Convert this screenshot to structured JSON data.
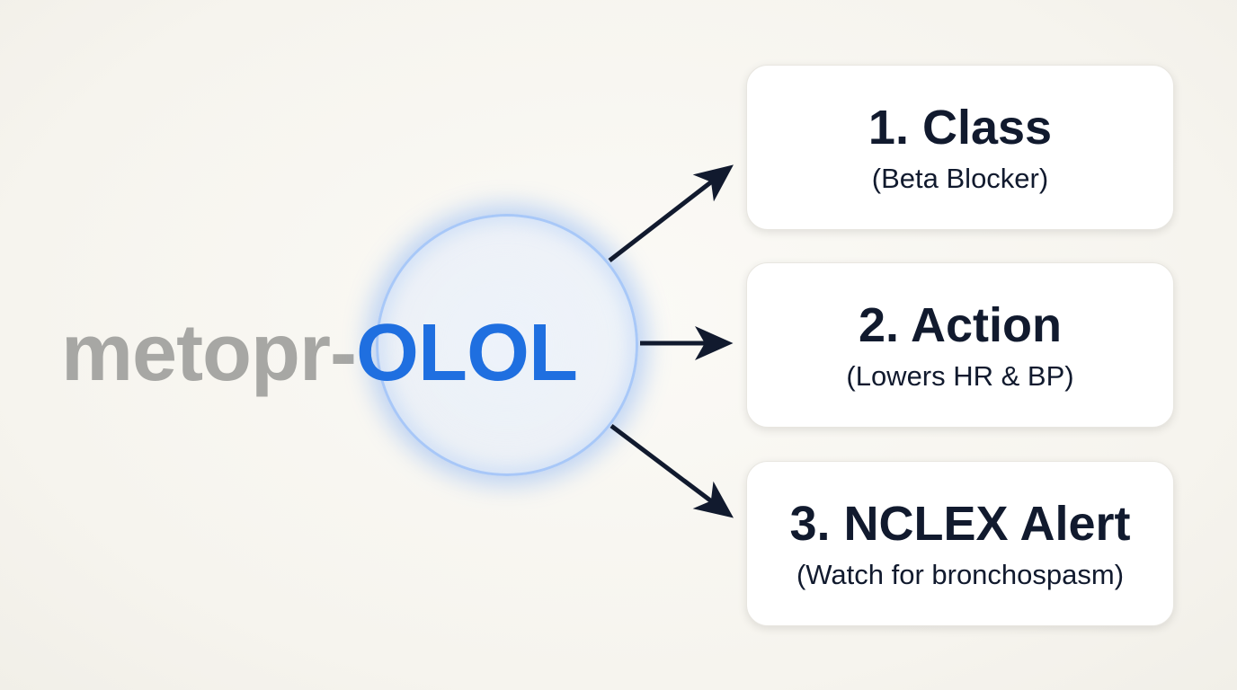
{
  "drug": {
    "prefix": "metopr-",
    "suffix": "OLOL"
  },
  "cards": [
    {
      "title": "1. Class",
      "subtitle": "(Beta Blocker)"
    },
    {
      "title": "2. Action",
      "subtitle": "(Lowers HR & BP)"
    },
    {
      "title": "3. NCLEX Alert",
      "subtitle": "(Watch for bronchospasm)"
    }
  ],
  "colors": {
    "prefix": "#a7a7a4",
    "suffix": "#1f6fe0",
    "halo": "#9bc0f8",
    "arrow": "#111a2e",
    "card_text": "#111a2e"
  }
}
